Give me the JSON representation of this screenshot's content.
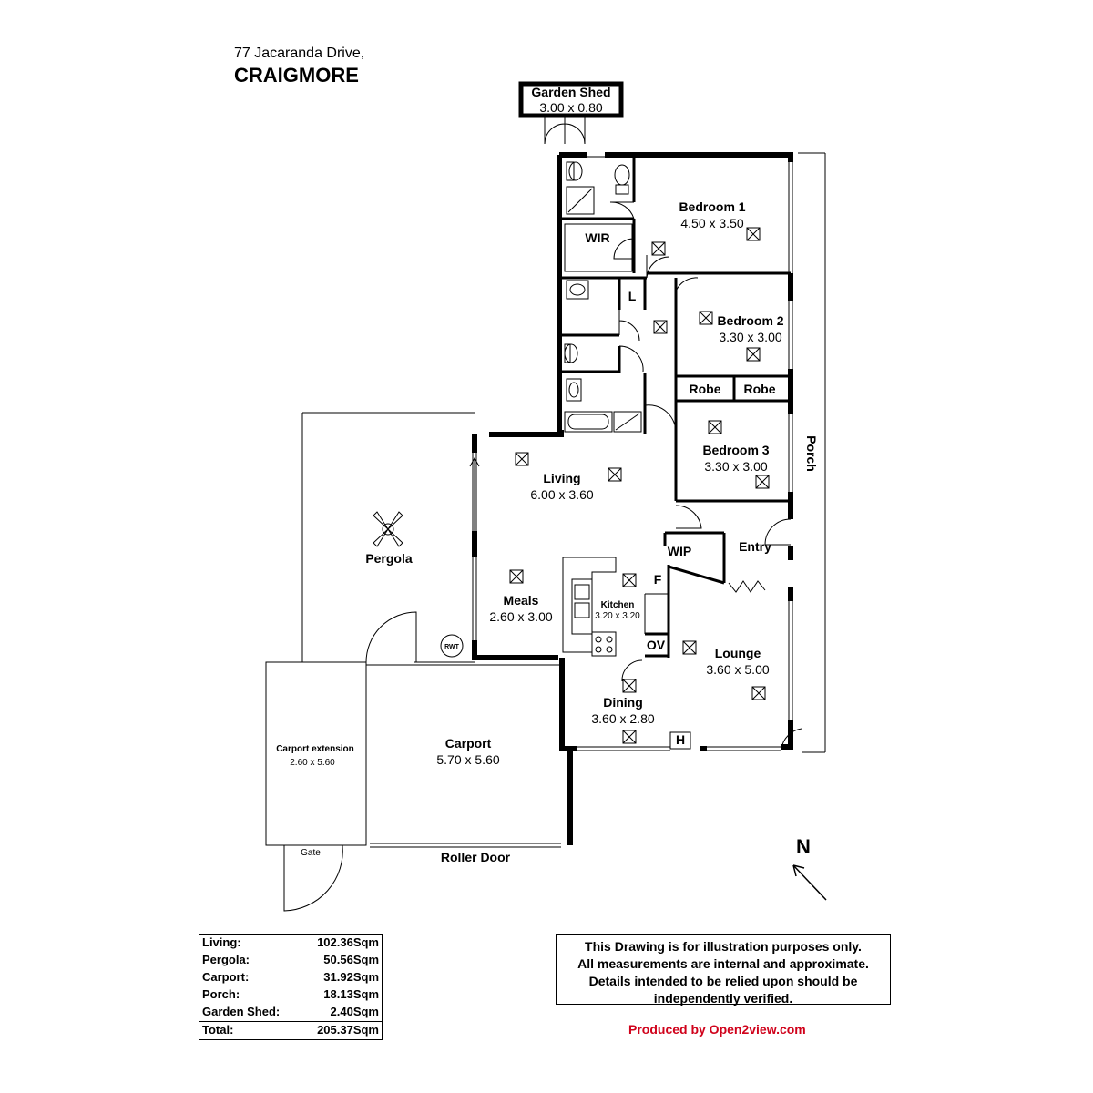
{
  "address": {
    "street": "77 Jacaranda Drive,",
    "suburb": "CRAIGMORE"
  },
  "rooms": {
    "garden_shed": {
      "name": "Garden Shed",
      "dims": "3.00 x 0.80"
    },
    "bedroom1": {
      "name": "Bedroom 1",
      "dims": "4.50 x 3.50"
    },
    "wir": {
      "name": "WIR"
    },
    "linen": {
      "name": "L"
    },
    "bedroom2": {
      "name": "Bedroom 2",
      "dims": "3.30 x 3.00"
    },
    "robe1": {
      "name": "Robe"
    },
    "robe2": {
      "name": "Robe"
    },
    "bedroom3": {
      "name": "Bedroom 3",
      "dims": "3.30 x 3.00"
    },
    "porch": {
      "name": "Porch"
    },
    "living": {
      "name": "Living",
      "dims": "6.00 x 3.60"
    },
    "pergola": {
      "name": "Pergola"
    },
    "wip": {
      "name": "WIP"
    },
    "entry": {
      "name": "Entry"
    },
    "fridge": {
      "name": "F"
    },
    "meals": {
      "name": "Meals",
      "dims": "2.60 x 3.00"
    },
    "kitchen": {
      "name": "Kitchen",
      "dims": "3.20 x 3.20"
    },
    "oven": {
      "name": "OV"
    },
    "lounge": {
      "name": "Lounge",
      "dims": "3.60 x 5.00"
    },
    "rwt": {
      "name": "RWT"
    },
    "dining": {
      "name": "Dining",
      "dims": "3.60 x 2.80"
    },
    "heater": {
      "name": "H"
    },
    "carport_ext": {
      "name": "Carport extension",
      "dims": "2.60 x 5.60"
    },
    "carport": {
      "name": "Carport",
      "dims": "5.70 x 5.60"
    },
    "gate": {
      "name": "Gate"
    },
    "roller_door": {
      "name": "Roller Door"
    }
  },
  "compass": {
    "label": "N"
  },
  "areas": [
    {
      "label": "Living:",
      "value": "102.36Sqm"
    },
    {
      "label": "Pergola:",
      "value": "50.56Sqm"
    },
    {
      "label": "Carport:",
      "value": "31.92Sqm"
    },
    {
      "label": "Porch:",
      "value": "18.13Sqm"
    },
    {
      "label": "Garden Shed:",
      "value": "2.40Sqm"
    }
  ],
  "total": {
    "label": "Total:",
    "value": "205.37Sqm"
  },
  "disclaimer": [
    "This Drawing is for illustration purposes only.",
    "All measurements are internal and approximate.",
    "Details intended to be relied upon should be",
    "independently verified."
  ],
  "credit": "Produced by Open2view.com"
}
